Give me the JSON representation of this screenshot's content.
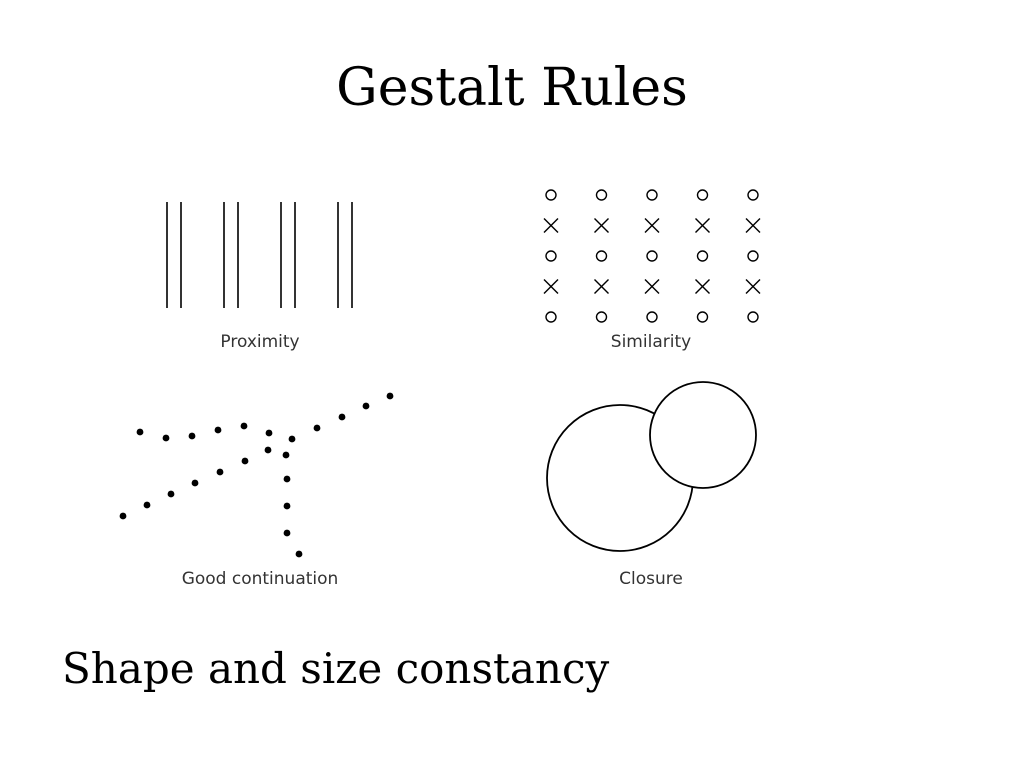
{
  "slide": {
    "title": "Gestalt Rules",
    "bottom_text": "Shape and size constancy"
  },
  "panels": {
    "proximity": {
      "caption": "Proximity",
      "line_groups": 4,
      "lines_per_group": 2
    },
    "similarity": {
      "caption": "Similarity",
      "rows": [
        "o",
        "x",
        "o",
        "x",
        "o"
      ],
      "columns": 5
    },
    "continuation": {
      "caption": "Good continuation"
    },
    "closure": {
      "caption": "Closure"
    }
  },
  "colors": {
    "stroke": "#000000",
    "text": "#000000"
  }
}
